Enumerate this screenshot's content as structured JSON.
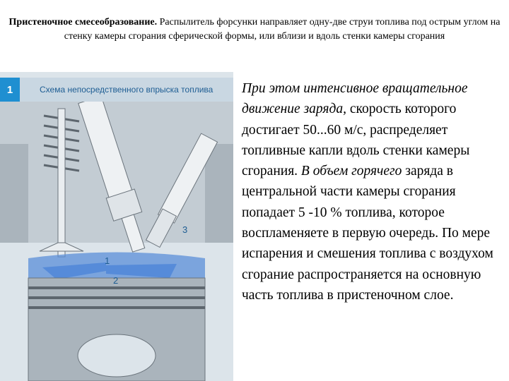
{
  "header": {
    "bold": "Пристеночное смесеобразование.",
    "rest": " Распылитель форсунки направляет одну-две струи топлива под острым углом на стенку камеры сгорания сферической формы, или вблизи и вдоль стенки камеры сгорания"
  },
  "figure": {
    "number": "1",
    "caption": "Схема непосредственного впрыска топлива",
    "labels": {
      "l1": "1",
      "l2": "2",
      "l3": "3"
    }
  },
  "body": {
    "p1_italic": "При этом интенсивное вращательное движение заряда,",
    "p2": " скорость которого достигает 50...60 м/с, распределяет топливные капли вдоль стенки камеры сгорания.",
    "p3_italic": " В объем горячего",
    "p4": " заряда в центральной части камеры сгорания попадает 5  -10 % топлива, которое воспламеняете в первую очередь. По мере испарения и смешения топлива с воздухом сгорание распространяется на основную часть топлива в пристеночном слое."
  },
  "colors": {
    "accent": "#1f8fd1",
    "fuel": "#2f6fd6",
    "metal": "#b8c2c9"
  }
}
